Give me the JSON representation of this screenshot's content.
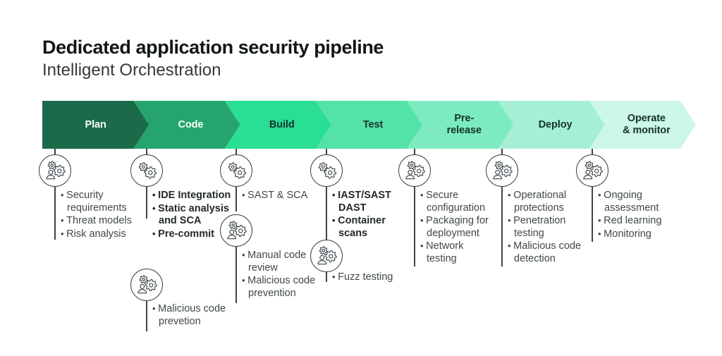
{
  "header": {
    "title": "Dedicated application security pipeline",
    "subtitle": "Intelligent Orchestration"
  },
  "pipeline": {
    "stages": [
      {
        "label": "Plan",
        "color": "#1b6b4a",
        "text_color": "#ffffff"
      },
      {
        "label": "Code",
        "color": "#25a46e",
        "text_color": "#ffffff"
      },
      {
        "label": "Build",
        "color": "#2ade94",
        "text_color": "#16322a"
      },
      {
        "label": "Test",
        "color": "#53e3a8",
        "text_color": "#16322a"
      },
      {
        "label": "Pre-\nrelease",
        "color": "#7cebc0",
        "text_color": "#16322a"
      },
      {
        "label": "Deploy",
        "color": "#a5f0d4",
        "text_color": "#16322a"
      },
      {
        "label": "Operate\n& monitor",
        "color": "#ccf7e7",
        "text_color": "#16322a"
      }
    ]
  },
  "columns": [
    {
      "stage": "Plan",
      "groups": [
        {
          "icon": "person-gears-icon",
          "emphasis": "normal",
          "items": [
            "Security\nrequirements",
            "Threat models",
            "Risk analysis"
          ]
        }
      ]
    },
    {
      "stage": "Code",
      "groups": [
        {
          "icon": "gears-icon",
          "emphasis": "strong",
          "items": [
            "IDE Integration",
            "Static analysis\nand SCA",
            "Pre-commit"
          ]
        },
        {
          "icon": "person-gears-icon",
          "emphasis": "normal",
          "items": [
            "Malicious code\nprevetion"
          ]
        }
      ]
    },
    {
      "stage": "Build",
      "groups": [
        {
          "icon": "gears-icon",
          "emphasis": "normal",
          "items": [
            "SAST & SCA"
          ]
        },
        {
          "icon": "person-gears-icon",
          "emphasis": "normal",
          "items": [
            "Manual code\nreview",
            "Malicious code\nprevention"
          ]
        }
      ]
    },
    {
      "stage": "Test",
      "groups": [
        {
          "icon": "gears-icon",
          "emphasis": "strong",
          "items": [
            "IAST/SAST\nDAST",
            "Container\nscans"
          ]
        },
        {
          "icon": "person-gears-icon",
          "emphasis": "normal",
          "items": [
            "Fuzz testing"
          ]
        }
      ]
    },
    {
      "stage": "Pre-release",
      "groups": [
        {
          "icon": "person-gears-icon",
          "emphasis": "normal",
          "items": [
            "Secure\nconfiguration",
            "Packaging for\ndeployment",
            "Network\ntesting"
          ]
        }
      ]
    },
    {
      "stage": "Deploy",
      "groups": [
        {
          "icon": "person-gears-icon",
          "emphasis": "normal",
          "items": [
            "Operational\nprotections",
            "Penetration\ntesting",
            "Malicious code\ndetection"
          ]
        }
      ]
    },
    {
      "stage": "Operate & monitor",
      "groups": [
        {
          "icon": "person-gears-icon",
          "emphasis": "normal",
          "items": [
            "Ongoing\nassessment",
            "Red learning",
            "Monitoring"
          ]
        }
      ]
    }
  ]
}
